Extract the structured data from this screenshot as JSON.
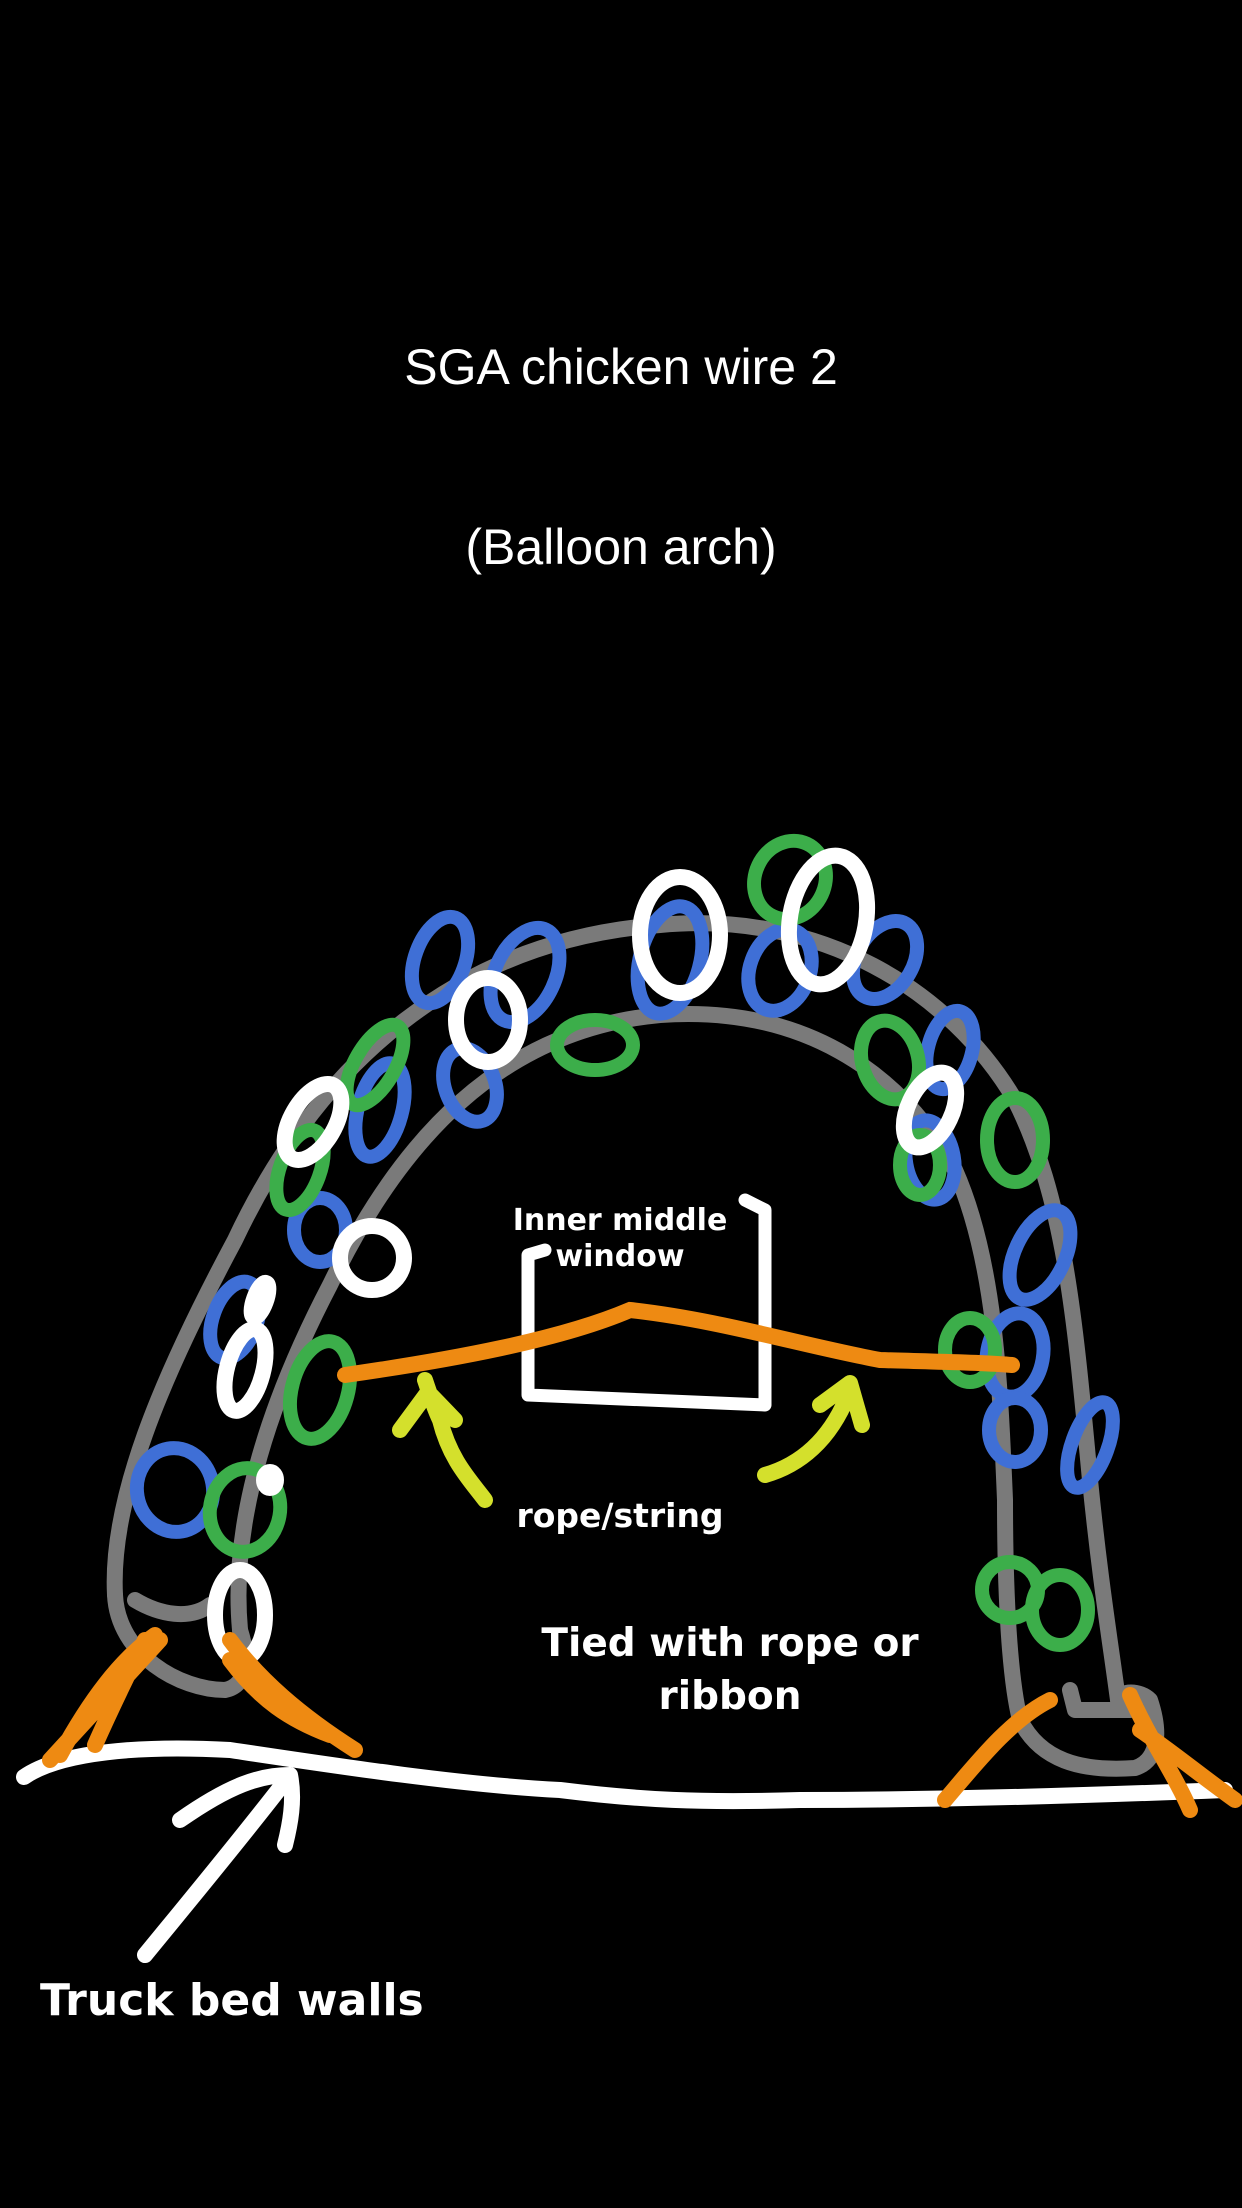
{
  "title": "SGA chicken wire 2",
  "subtitle": "(Balloon arch)",
  "labels": {
    "window": [
      "Inner middle",
      "window"
    ],
    "rope": "rope/string",
    "tied": [
      "Tied with rope or",
      "ribbon"
    ],
    "truck": "Truck bed walls"
  },
  "colors": {
    "background": "#000000",
    "frame": "#7a7a7a",
    "blue_balloon": "#3f6fd6",
    "green_balloon": "#3cae4a",
    "white_balloon": "#ffffff",
    "rope": "#ee8a12",
    "arrow_yellow": "#d4e02c",
    "truck_line": "#ffffff"
  },
  "icons": {
    "balloons": "hand-drawn loops (blue, green, white)",
    "arrows": "hand-drawn arrows"
  }
}
